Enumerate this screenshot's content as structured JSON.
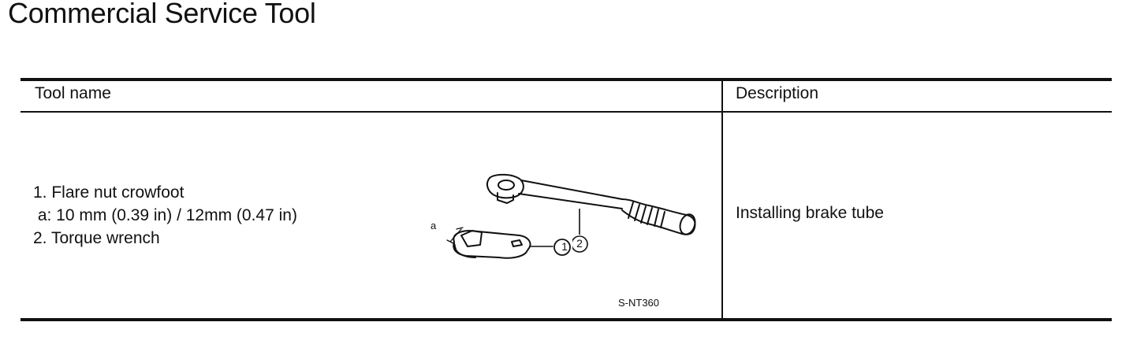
{
  "page": {
    "title": "Commercial Service Tool"
  },
  "table": {
    "headers": {
      "tool_name": "Tool name",
      "description": "Description"
    },
    "rows": [
      {
        "tool_lines": [
          "1. Flare nut crowfoot",
          " a: 10 mm (0.39 in) / 12mm (0.47 in)",
          "2. Torque wrench"
        ],
        "figure": {
          "dimension_label": "a",
          "callout_1": "1",
          "callout_2": "2",
          "code": "S-NT360"
        },
        "description": "Installing brake tube"
      }
    ]
  }
}
